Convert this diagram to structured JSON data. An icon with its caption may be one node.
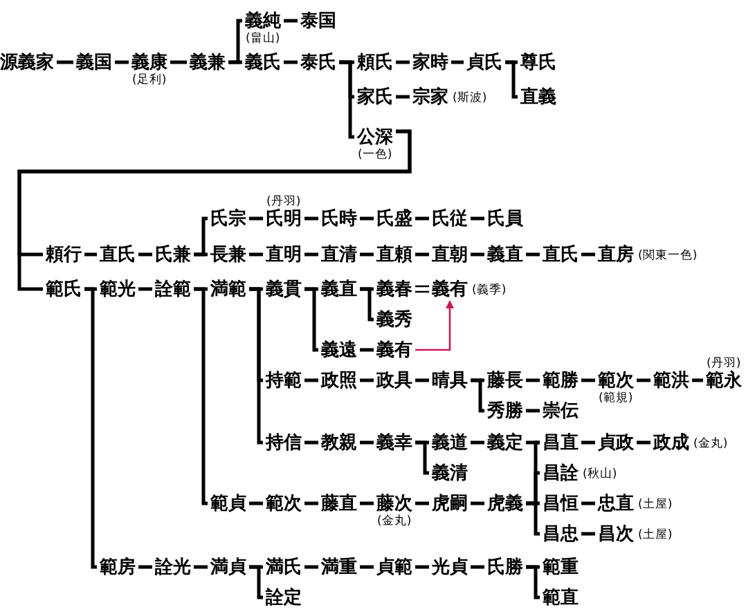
{
  "diagram": {
    "nodes": [
      {
        "text": [
          "義純"
        ],
        "beside": [
          "(畠山)"
        ]
      },
      {
        "text": [
          "泰国"
        ]
      },
      {
        "text": [
          "源義家"
        ]
      },
      {
        "text": [
          "義国"
        ]
      },
      {
        "text": [
          "義康"
        ],
        "beside": [
          "(足利)"
        ]
      },
      {
        "text": [
          "義兼"
        ]
      },
      {
        "text": [
          "義氏"
        ]
      },
      {
        "text": [
          "泰氏"
        ]
      },
      {
        "text": [
          "頼氏"
        ]
      },
      {
        "text": [
          "家時"
        ]
      },
      {
        "text": [
          "貞氏"
        ]
      },
      {
        "text": [
          "尊氏"
        ]
      },
      {
        "text": [
          "直義"
        ]
      },
      {
        "text": [
          "家氏"
        ]
      },
      {
        "text": [
          "宗家"
        ],
        "beside": [
          "(斯波)"
        ]
      },
      {
        "text": [
          "公深"
        ],
        "beside": [
          "(一色)"
        ]
      },
      {
        "text": [
          "氏宗"
        ]
      },
      {
        "text": [
          "氏明"
        ],
        "beside": [
          "(丹羽)"
        ]
      },
      {
        "text": [
          "氏時"
        ]
      },
      {
        "text": [
          "氏盛"
        ]
      },
      {
        "text": [
          "氏従"
        ]
      },
      {
        "text": [
          "氏員"
        ]
      },
      {
        "text": [
          "頼行"
        ]
      },
      {
        "text": [
          "直氏"
        ]
      },
      {
        "text": [
          "氏兼"
        ]
      },
      {
        "text": [
          "長兼"
        ]
      },
      {
        "text": [
          "直明"
        ]
      },
      {
        "text": [
          "直清"
        ]
      },
      {
        "text": [
          "直頼"
        ]
      },
      {
        "text": [
          "直朝"
        ]
      },
      {
        "text": [
          "義直"
        ]
      },
      {
        "text": [
          "直氏"
        ]
      },
      {
        "text": [
          "直房"
        ],
        "beside": [
          "(関東一色)"
        ]
      },
      {
        "text": [
          "範氏"
        ]
      },
      {
        "text": [
          "範光"
        ]
      },
      {
        "text": [
          "詮範"
        ]
      },
      {
        "text": [
          "満範"
        ]
      },
      {
        "text": [
          "義貫"
        ]
      },
      {
        "text": [
          "義直"
        ]
      },
      {
        "text": [
          "義春"
        ]
      },
      {
        "text": [
          "義有"
        ],
        "beside": [
          "(義季)"
        ]
      },
      {
        "text": [
          "義秀"
        ]
      },
      {
        "text": [
          "義遠"
        ]
      },
      {
        "text": [
          "義有"
        ]
      },
      {
        "text": [
          "持範"
        ]
      },
      {
        "text": [
          "政照"
        ]
      },
      {
        "text": [
          "政具"
        ]
      },
      {
        "text": [
          "晴具"
        ]
      },
      {
        "text": [
          "藤長"
        ]
      },
      {
        "text": [
          "範勝"
        ]
      },
      {
        "text": [
          "範次"
        ],
        "beside": [
          "(範規)"
        ]
      },
      {
        "text": [
          "範洪"
        ]
      },
      {
        "text": [
          "範永"
        ],
        "beside": [
          "(丹羽)"
        ]
      },
      {
        "text": [
          "秀勝"
        ]
      },
      {
        "text": [
          "崇伝"
        ]
      },
      {
        "text": [
          "持信"
        ]
      },
      {
        "text": [
          "教親"
        ]
      },
      {
        "text": [
          "義幸"
        ]
      },
      {
        "text": [
          "義道"
        ]
      },
      {
        "text": [
          "義定"
        ]
      },
      {
        "text": [
          "昌直"
        ]
      },
      {
        "text": [
          "貞政"
        ]
      },
      {
        "text": [
          "政成"
        ],
        "beside": [
          "(金丸)"
        ]
      },
      {
        "text": [
          "義清"
        ]
      },
      {
        "text": [
          "昌詮"
        ],
        "beside": [
          "(秋山)"
        ]
      },
      {
        "text": [
          "範貞"
        ]
      },
      {
        "text": [
          "範次"
        ]
      },
      {
        "text": [
          "藤直"
        ]
      },
      {
        "text": [
          "藤次"
        ],
        "beside": [
          "(金丸)"
        ]
      },
      {
        "text": [
          "虎嗣"
        ]
      },
      {
        "text": [
          "虎義"
        ]
      },
      {
        "text": [
          "昌恒"
        ]
      },
      {
        "text": [
          "忠直"
        ],
        "beside": [
          "(土屋)"
        ]
      },
      {
        "text": [
          "昌忠"
        ]
      },
      {
        "text": [
          "昌次"
        ],
        "beside": [
          "(土屋)"
        ]
      },
      {
        "text": [
          "範房"
        ]
      },
      {
        "text": [
          "詮光"
        ]
      },
      {
        "text": [
          "満貞"
        ]
      },
      {
        "text": [
          "満氏"
        ]
      },
      {
        "text": [
          "満重"
        ]
      },
      {
        "text": [
          "貞範"
        ]
      },
      {
        "text": [
          "光貞"
        ]
      },
      {
        "text": [
          "氏勝"
        ]
      },
      {
        "text": [
          "範重"
        ]
      },
      {
        "text": [
          "詮定"
        ]
      },
      {
        "text": [
          "範直"
        ]
      }
    ],
    "edges": [
      {
        "from": 2,
        "to": 3,
        "arrow": "none"
      },
      {
        "from": 3,
        "to": 4,
        "arrow": "none"
      },
      {
        "from": 4,
        "to": 5,
        "arrow": "none"
      },
      {
        "from": 5,
        "to": 0,
        "arrow": "none"
      },
      {
        "from": 5,
        "to": 6,
        "arrow": "none"
      },
      {
        "from": 0,
        "to": 1,
        "arrow": "none"
      },
      {
        "from": 6,
        "to": 7,
        "arrow": "none"
      },
      {
        "from": 7,
        "to": 8,
        "arrow": "none"
      },
      {
        "from": 7,
        "to": 13,
        "arrow": "none"
      },
      {
        "from": 7,
        "to": 15,
        "arrow": "none"
      },
      {
        "from": 8,
        "to": 9,
        "arrow": "none"
      },
      {
        "from": 9,
        "to": 10,
        "arrow": "none"
      },
      {
        "from": 10,
        "to": 11,
        "arrow": "none"
      },
      {
        "from": 10,
        "to": 12,
        "arrow": "none"
      },
      {
        "from": 13,
        "to": 14,
        "arrow": "none"
      },
      {
        "from": 15,
        "to": 22,
        "arrow": "none"
      },
      {
        "from": 15,
        "to": 33,
        "arrow": "none"
      },
      {
        "from": 22,
        "to": 23,
        "arrow": "none"
      },
      {
        "from": 23,
        "to": 24,
        "arrow": "none"
      },
      {
        "from": 24,
        "to": 16,
        "arrow": "none"
      },
      {
        "from": 24,
        "to": 25,
        "arrow": "none"
      },
      {
        "from": 16,
        "to": 17,
        "arrow": "none"
      },
      {
        "from": 17,
        "to": 18,
        "arrow": "none"
      },
      {
        "from": 18,
        "to": 19,
        "arrow": "none"
      },
      {
        "from": 19,
        "to": 20,
        "arrow": "none"
      },
      {
        "from": 20,
        "to": 21,
        "arrow": "none"
      },
      {
        "from": 25,
        "to": 26,
        "arrow": "none"
      },
      {
        "from": 26,
        "to": 27,
        "arrow": "none"
      },
      {
        "from": 27,
        "to": 28,
        "arrow": "none"
      },
      {
        "from": 28,
        "to": 29,
        "arrow": "none"
      },
      {
        "from": 29,
        "to": 30,
        "arrow": "none"
      },
      {
        "from": 30,
        "to": 31,
        "arrow": "none"
      },
      {
        "from": 31,
        "to": 32,
        "arrow": "none"
      },
      {
        "from": 33,
        "to": 34,
        "arrow": "none"
      },
      {
        "from": 33,
        "to": 75,
        "arrow": "none"
      },
      {
        "from": 34,
        "to": 35,
        "arrow": "none"
      },
      {
        "from": 35,
        "to": 36,
        "arrow": "none"
      },
      {
        "from": 35,
        "to": 65,
        "arrow": "none"
      },
      {
        "from": 36,
        "to": 37,
        "arrow": "none"
      },
      {
        "from": 36,
        "to": 44,
        "arrow": "none"
      },
      {
        "from": 36,
        "to": 55,
        "arrow": "none"
      },
      {
        "from": 37,
        "to": 38,
        "arrow": "none"
      },
      {
        "from": 37,
        "to": 42,
        "arrow": "none"
      },
      {
        "from": 38,
        "to": 39,
        "arrow": "none"
      },
      {
        "from": 38,
        "to": 41,
        "arrow": "none"
      },
      {
        "from": 39,
        "to": 40,
        "arrow": "none"
      },
      {
        "from": 42,
        "to": 43,
        "arrow": "none"
      },
      {
        "from": 43,
        "to": 40,
        "arrow": "to",
        "color": "#c8185a"
      },
      {
        "from": 44,
        "to": 45,
        "arrow": "none"
      },
      {
        "from": 45,
        "to": 46,
        "arrow": "none"
      },
      {
        "from": 46,
        "to": 47,
        "arrow": "none"
      },
      {
        "from": 47,
        "to": 48,
        "arrow": "none"
      },
      {
        "from": 47,
        "to": 53,
        "arrow": "none"
      },
      {
        "from": 48,
        "to": 49,
        "arrow": "none"
      },
      {
        "from": 49,
        "to": 50,
        "arrow": "none"
      },
      {
        "from": 50,
        "to": 51,
        "arrow": "none"
      },
      {
        "from": 51,
        "to": 52,
        "arrow": "none"
      },
      {
        "from": 53,
        "to": 54,
        "arrow": "none"
      },
      {
        "from": 55,
        "to": 56,
        "arrow": "none"
      },
      {
        "from": 56,
        "to": 57,
        "arrow": "none"
      },
      {
        "from": 57,
        "to": 58,
        "arrow": "none"
      },
      {
        "from": 57,
        "to": 63,
        "arrow": "none"
      },
      {
        "from": 58,
        "to": 59,
        "arrow": "none"
      },
      {
        "from": 59,
        "to": 60,
        "arrow": "none"
      },
      {
        "from": 60,
        "to": 61,
        "arrow": "none"
      },
      {
        "from": 61,
        "to": 62,
        "arrow": "none"
      },
      {
        "from": 70,
        "to": 60,
        "arrow": "none"
      },
      {
        "from": 70,
        "to": 64,
        "arrow": "none"
      },
      {
        "from": 70,
        "to": 71,
        "arrow": "none"
      },
      {
        "from": 70,
        "to": 73,
        "arrow": "none"
      },
      {
        "from": 71,
        "to": 72,
        "arrow": "none"
      },
      {
        "from": 73,
        "to": 74,
        "arrow": "none"
      },
      {
        "from": 65,
        "to": 66,
        "arrow": "none"
      },
      {
        "from": 66,
        "to": 67,
        "arrow": "none"
      },
      {
        "from": 67,
        "to": 68,
        "arrow": "none"
      },
      {
        "from": 68,
        "to": 69,
        "arrow": "none"
      },
      {
        "from": 69,
        "to": 70,
        "arrow": "none"
      },
      {
        "from": 75,
        "to": 76,
        "arrow": "none"
      },
      {
        "from": 76,
        "to": 77,
        "arrow": "none"
      },
      {
        "from": 77,
        "to": 78,
        "arrow": "none"
      },
      {
        "from": 77,
        "to": 84,
        "arrow": "none"
      },
      {
        "from": 78,
        "to": 79,
        "arrow": "none"
      },
      {
        "from": 79,
        "to": 80,
        "arrow": "none"
      },
      {
        "from": 80,
        "to": 81,
        "arrow": "none"
      },
      {
        "from": 81,
        "to": 82,
        "arrow": "none"
      },
      {
        "from": 82,
        "to": 83,
        "arrow": "none"
      },
      {
        "from": 82,
        "to": 85,
        "arrow": "none"
      }
    ]
  }
}
